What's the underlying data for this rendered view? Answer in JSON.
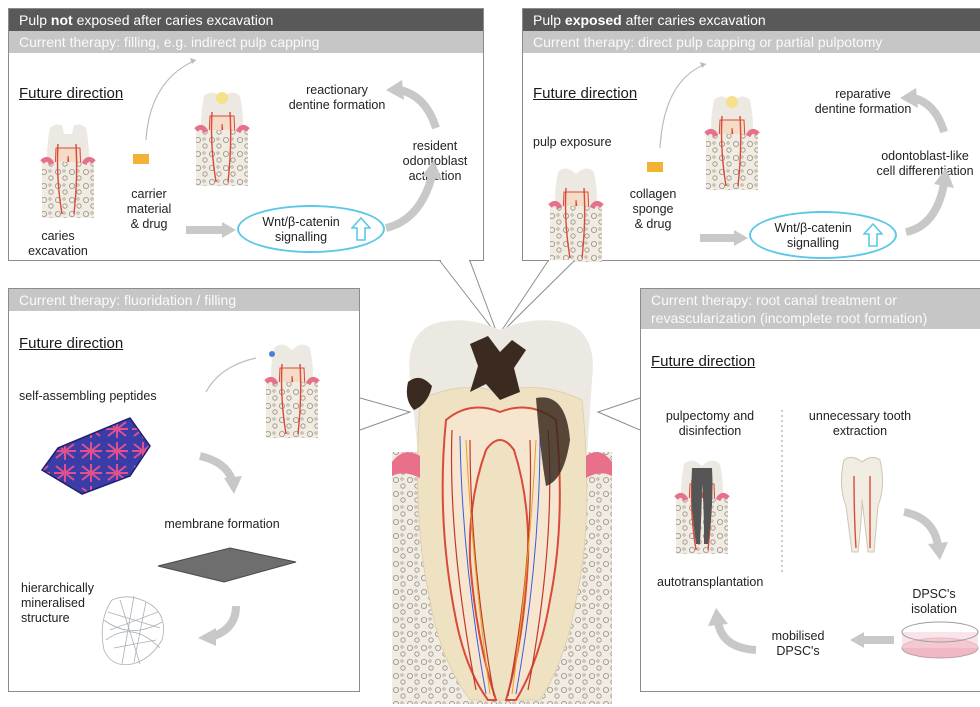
{
  "panel_top_left": {
    "header_pre": "Pulp ",
    "header_bold": "not",
    "header_post": " exposed after caries excavation",
    "subheader": "Current therapy: filling, e.g. indirect pulp capping",
    "future_direction": "Future direction",
    "caries_excavation_1": "caries",
    "caries_excavation_2": "excavation",
    "carrier_1": "carrier",
    "carrier_2": "material",
    "carrier_3": "& drug",
    "wnt_1": "Wnt/β-catenin",
    "wnt_2": "signalling",
    "reactionary_1": "reactionary",
    "reactionary_2": "dentine formation",
    "resident_1": "resident",
    "resident_2": "odontoblast",
    "resident_3": "activation"
  },
  "panel_top_right": {
    "header_pre": "Pulp ",
    "header_bold": "exposed",
    "header_post": " after caries excavation",
    "subheader": "Current therapy: direct pulp capping or partial pulpotomy",
    "future_direction": "Future direction",
    "pulp_exposure": "pulp exposure",
    "collagen_1": "collagen",
    "collagen_2": "sponge",
    "collagen_3": "& drug",
    "wnt_1": "Wnt/β-catenin",
    "wnt_2": "signalling",
    "reparative_1": "reparative",
    "reparative_2": "dentine formation",
    "odonto_1": "odontoblast-like",
    "odonto_2": "cell differentiation"
  },
  "panel_bottom_left": {
    "subheader": "Current therapy: fluoridation / filling",
    "future_direction": "Future direction",
    "peptides": "self-assembling peptides",
    "membrane": "membrane formation",
    "hier_1": "hierarchically",
    "hier_2": "mineralised",
    "hier_3": "structure"
  },
  "panel_bottom_right": {
    "subheader_1": "Current therapy: root canal treatment or",
    "subheader_2": "revascularization (incomplete root formation)",
    "future_direction": "Future direction",
    "pulpectomy_1": "pulpectomy and",
    "pulpectomy_2": "disinfection",
    "unnecessary_1": "unnecessary tooth",
    "unnecessary_2": "extraction",
    "autotransplantation": "autotransplantation",
    "dpsc_iso_1": "DPSC's",
    "dpsc_iso_2": "isolation",
    "mobilised_1": "mobilised",
    "mobilised_2": "DPSC's"
  },
  "colors": {
    "header_dark": "#595959",
    "header_light": "#c6c6c6",
    "wnt_ellipse": "#5cc8e6",
    "arrow_gray": "#c8c8c8",
    "gum_pink": "#e8708a",
    "pulp_red": "#d94a3a",
    "enamel": "#ece9e2",
    "dentin": "#e8dcc0",
    "caries": "#3b2a20",
    "carrier_orange": "#f2b233",
    "peptide_blue": "#2c2f9a",
    "peptide_pink": "#d8408a"
  }
}
